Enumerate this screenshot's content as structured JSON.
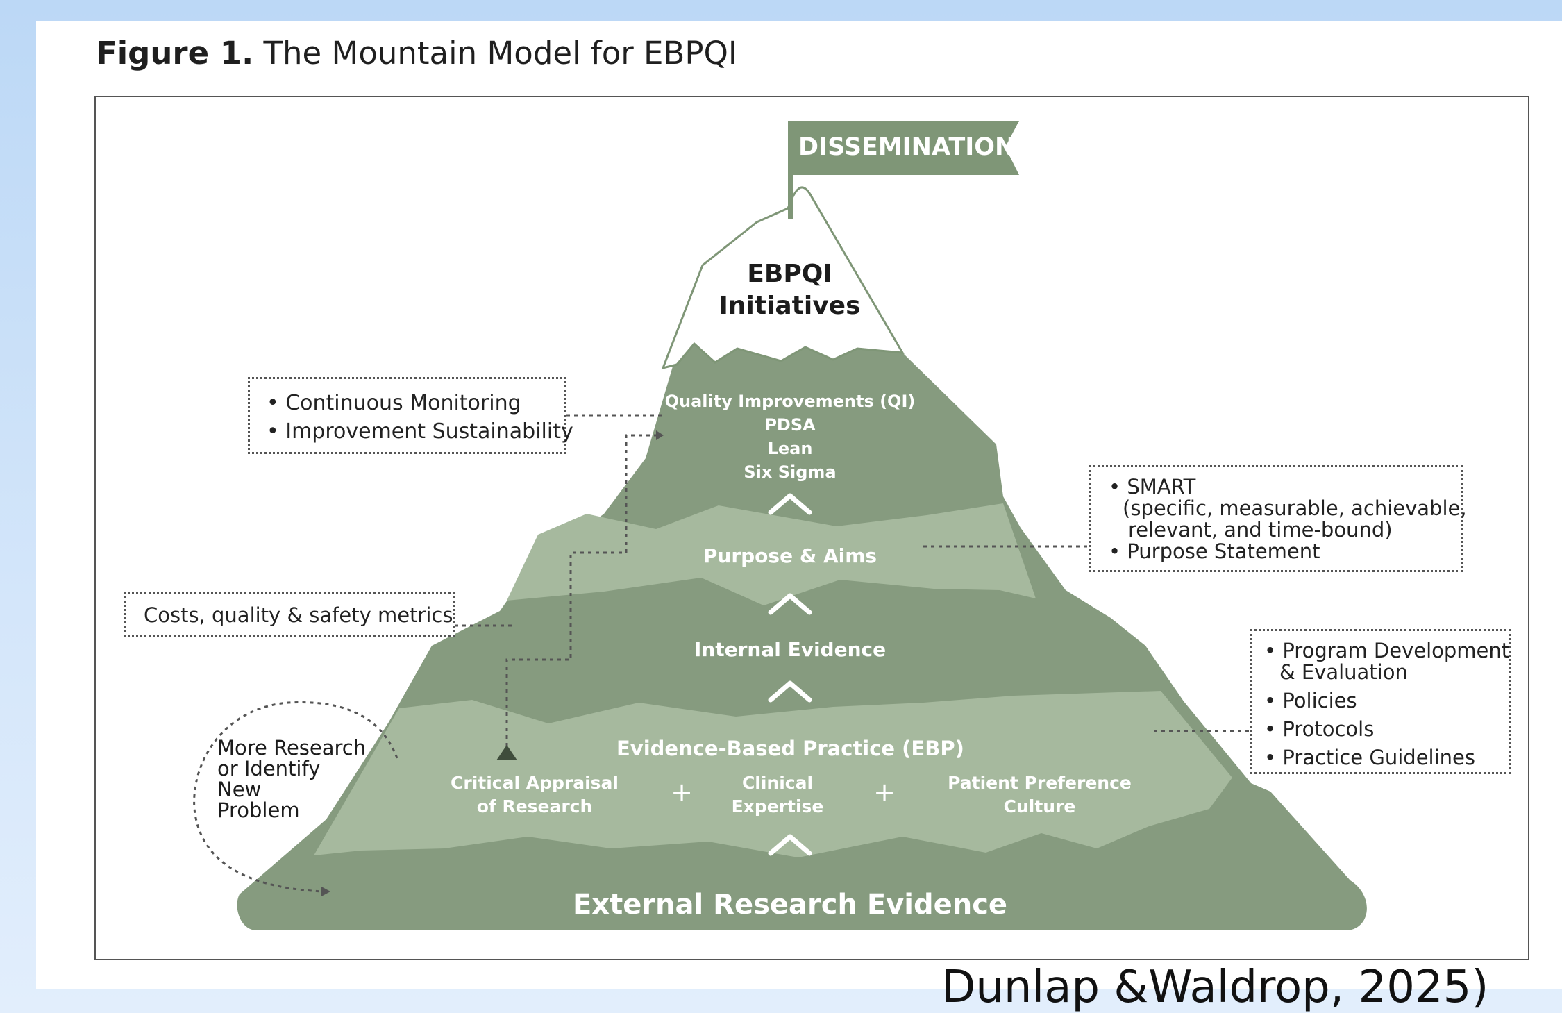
{
  "figure": {
    "title_bold": "Figure 1.",
    "title_rest": "The Mountain Model for EBPQI"
  },
  "flag": {
    "label": "DISSEMINATION"
  },
  "peak": {
    "line1": "EBPQI",
    "line2": "Initiatives"
  },
  "layers": {
    "qi": [
      "Quality Improvements (QI)",
      "PDSA",
      "Lean",
      "Six Sigma"
    ],
    "purpose": "Purpose & Aims",
    "internal": "Internal Evidence",
    "ebp": "Evidence-Based Practice (EBP)",
    "ebp_parts": {
      "appraisal": [
        "Critical Appraisal",
        "of Research"
      ],
      "plus": "+",
      "clinical": [
        "Clinical",
        "Expertise"
      ],
      "patient": [
        "Patient Preference",
        "Culture"
      ]
    },
    "external": "External Research Evidence"
  },
  "callouts": {
    "monitoring": [
      "• Continuous Monitoring",
      "• Improvement Sustainability"
    ],
    "smart": [
      "• SMART",
      "(specific, measurable, achievable,",
      "relevant, and time-bound)",
      "• Purpose Statement"
    ],
    "metrics": "Costs, quality & safety metrics",
    "program": [
      "• Program Development",
      "& Evaluation",
      "• Policies",
      "• Protocols",
      "• Practice Guidelines"
    ],
    "more_research": [
      "More Research",
      "or Identify",
      "New",
      "Problem"
    ]
  },
  "citation": "Dunlap &Waldrop, 2025)",
  "colors": {
    "mountain_dark": "#869b7f",
    "mountain_light": "#a6b99e",
    "flag": "#7f9677",
    "background": "#c9e0f8"
  }
}
